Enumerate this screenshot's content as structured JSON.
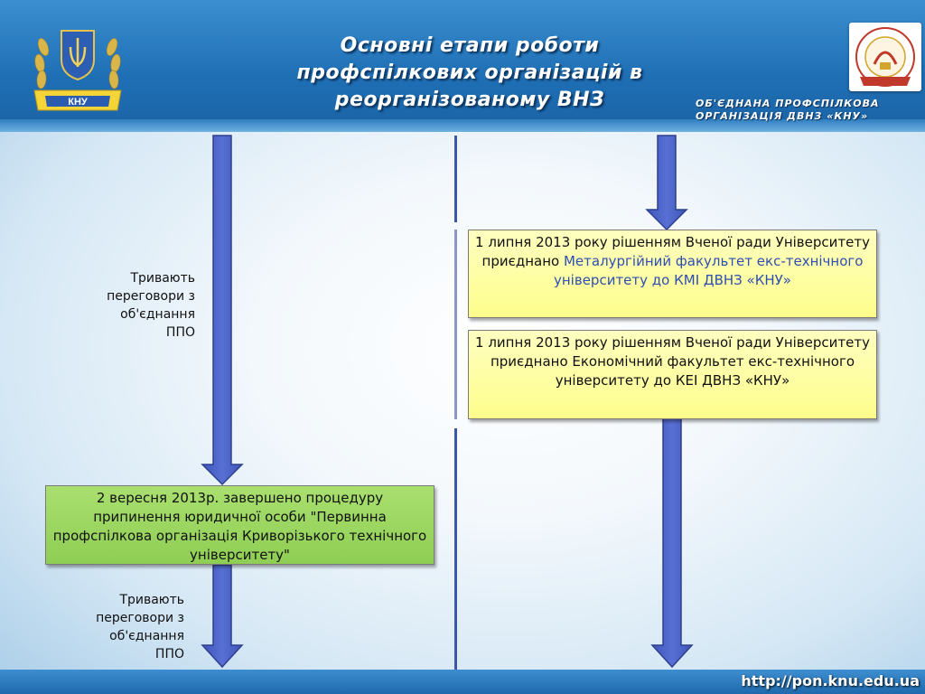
{
  "header": {
    "title_lines": [
      "Основні етапи роботи",
      "профспілкових організацій в",
      "реорганізованому ВНЗ"
    ],
    "org_lines": [
      "ОБ'ЄДНАНА ПРОФСПІЛКОВА",
      "ОРГАНІЗАЦІЯ  ДВНЗ «КНУ»"
    ],
    "left_logo_text": "КНУ"
  },
  "boxes": {
    "merge_metallurgy": {
      "text_before": "1 липня 2013 року рішенням Вченої ради Університету приєднано ",
      "highlight": "Металургійний факультет екс-технічного університету до КМІ ДВНЗ «КНУ»"
    },
    "merge_economics": {
      "text": "1 липня 2013 року рішенням Вченої ради Університету приєднано Економічний факультет екс-технічного університету до КЕІ ДВНЗ «КНУ»"
    },
    "termination": {
      "text": "2 вересня 2013р. завершено процедуру припинення юридичної особи \"Первинна профспілкова організація Криворізького технічного університету\""
    }
  },
  "side_notes": {
    "negotiations_top": [
      "Тривають",
      "переговори з",
      "об'єднання",
      "ППО"
    ],
    "negotiations_bottom": [
      "Тривають",
      "переговори з",
      "об'єднання",
      "ППО"
    ]
  },
  "footer": {
    "url": "http://pon.knu.edu.ua"
  },
  "colors": {
    "header_blue": "#1f6fb5",
    "arrow_fill": "#4a61c4",
    "arrow_stroke": "#2e3f8f",
    "box_yellow": "#fdfd8c",
    "box_green": "#8fce54",
    "highlight_text": "#2e4fb2"
  }
}
